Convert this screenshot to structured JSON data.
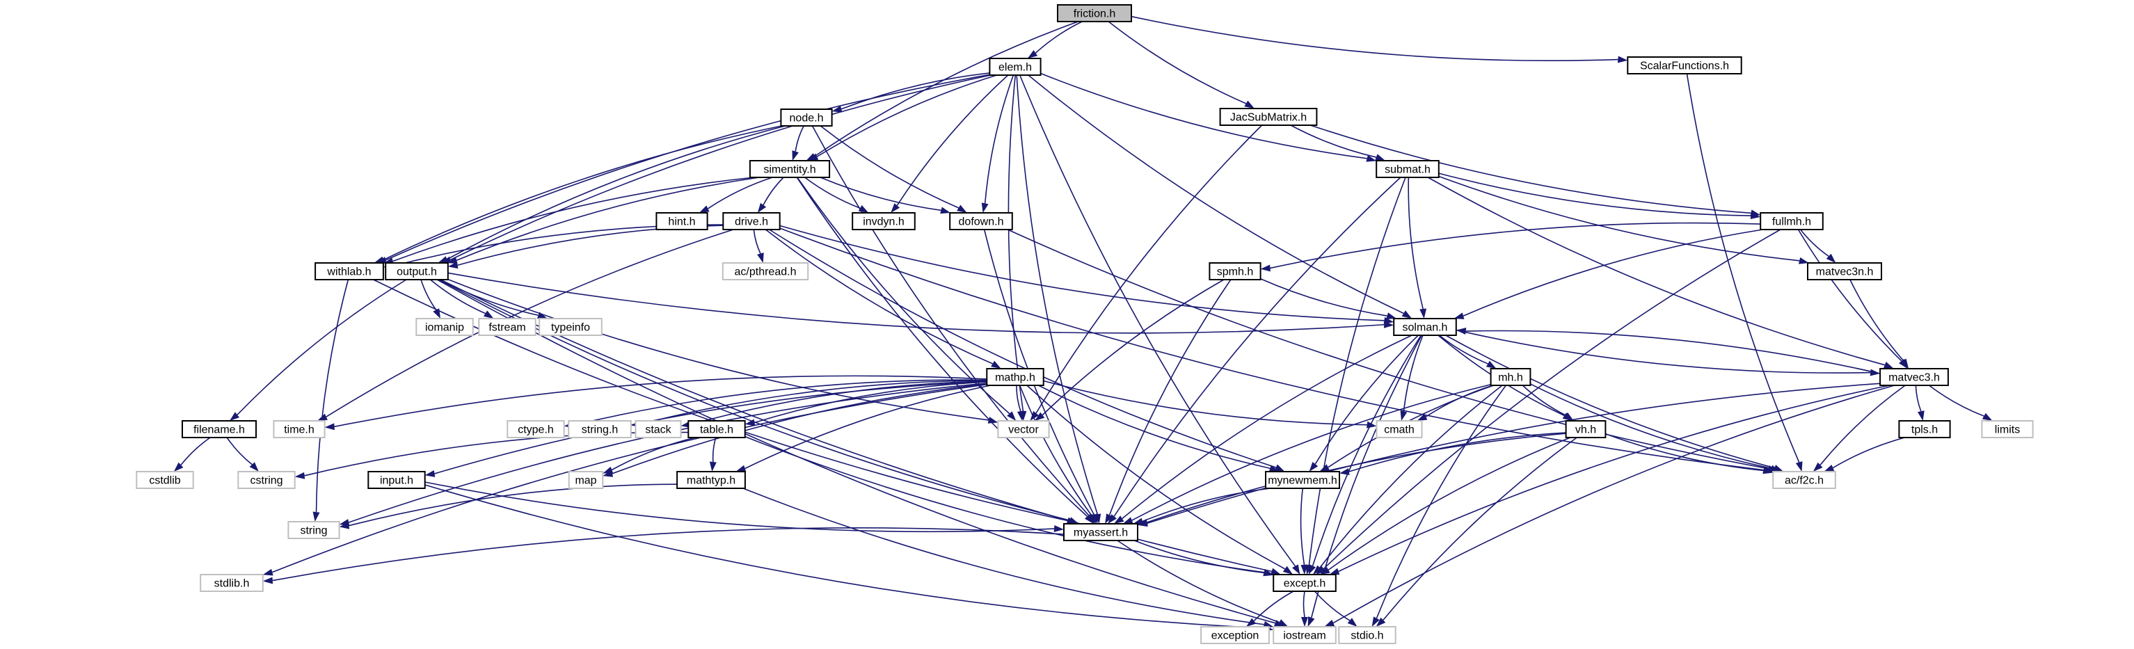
{
  "title": "friction.h include dependency graph",
  "colors": {
    "edge": "#191970",
    "root_fill": "#bfbfbf",
    "external_border": "#bfbfbf"
  },
  "nodes": [
    {
      "id": "friction",
      "label": "friction.h",
      "kind": "root"
    },
    {
      "id": "elem",
      "label": "elem.h",
      "kind": "internal"
    },
    {
      "id": "jac",
      "label": "JacSubMatrix.h",
      "kind": "internal"
    },
    {
      "id": "scalar",
      "label": "ScalarFunctions.h",
      "kind": "internal"
    },
    {
      "id": "node",
      "label": "node.h",
      "kind": "internal"
    },
    {
      "id": "simentity",
      "label": "simentity.h",
      "kind": "internal"
    },
    {
      "id": "submat",
      "label": "submat.h",
      "kind": "internal"
    },
    {
      "id": "hint",
      "label": "hint.h",
      "kind": "internal"
    },
    {
      "id": "drive",
      "label": "drive.h",
      "kind": "internal"
    },
    {
      "id": "invdyn",
      "label": "invdyn.h",
      "kind": "internal"
    },
    {
      "id": "dofown",
      "label": "dofown.h",
      "kind": "internal"
    },
    {
      "id": "fullmh",
      "label": "fullmh.h",
      "kind": "internal"
    },
    {
      "id": "withlab",
      "label": "withlab.h",
      "kind": "internal"
    },
    {
      "id": "output",
      "label": "output.h",
      "kind": "internal"
    },
    {
      "id": "pthread",
      "label": "ac/pthread.h",
      "kind": "external"
    },
    {
      "id": "spmh",
      "label": "spmh.h",
      "kind": "internal"
    },
    {
      "id": "matvec3n",
      "label": "matvec3n.h",
      "kind": "internal"
    },
    {
      "id": "iomanip",
      "label": "iomanip",
      "kind": "external"
    },
    {
      "id": "fstream",
      "label": "fstream",
      "kind": "external"
    },
    {
      "id": "typeinfo",
      "label": "typeinfo",
      "kind": "external"
    },
    {
      "id": "solman",
      "label": "solman.h",
      "kind": "internal"
    },
    {
      "id": "mathp",
      "label": "mathp.h",
      "kind": "internal"
    },
    {
      "id": "matvec3",
      "label": "matvec3.h",
      "kind": "internal"
    },
    {
      "id": "mh",
      "label": "mh.h",
      "kind": "internal"
    },
    {
      "id": "filename",
      "label": "filename.h",
      "kind": "internal"
    },
    {
      "id": "timeh",
      "label": "time.h",
      "kind": "external"
    },
    {
      "id": "ctype",
      "label": "ctype.h",
      "kind": "external"
    },
    {
      "id": "stringh",
      "label": "string.h",
      "kind": "external"
    },
    {
      "id": "stack",
      "label": "stack",
      "kind": "external"
    },
    {
      "id": "table",
      "label": "table.h",
      "kind": "internal"
    },
    {
      "id": "vector",
      "label": "vector",
      "kind": "external"
    },
    {
      "id": "cmath",
      "label": "cmath",
      "kind": "external"
    },
    {
      "id": "tpls",
      "label": "tpls.h",
      "kind": "internal"
    },
    {
      "id": "limits",
      "label": "limits",
      "kind": "external"
    },
    {
      "id": "vh",
      "label": "vh.h",
      "kind": "internal"
    },
    {
      "id": "cstdlib",
      "label": "cstdlib",
      "kind": "external"
    },
    {
      "id": "cstring",
      "label": "cstring",
      "kind": "external"
    },
    {
      "id": "input",
      "label": "input.h",
      "kind": "internal"
    },
    {
      "id": "map",
      "label": "map",
      "kind": "external"
    },
    {
      "id": "mathtyp",
      "label": "mathtyp.h",
      "kind": "internal"
    },
    {
      "id": "mynewmem",
      "label": "mynewmem.h",
      "kind": "internal"
    },
    {
      "id": "f2c",
      "label": "ac/f2c.h",
      "kind": "external"
    },
    {
      "id": "string",
      "label": "string",
      "kind": "external"
    },
    {
      "id": "myassert",
      "label": "myassert.h",
      "kind": "internal"
    },
    {
      "id": "stdlib",
      "label": "stdlib.h",
      "kind": "external"
    },
    {
      "id": "except",
      "label": "except.h",
      "kind": "internal"
    },
    {
      "id": "exception",
      "label": "exception",
      "kind": "external"
    },
    {
      "id": "iostream",
      "label": "iostream",
      "kind": "external"
    },
    {
      "id": "stdio",
      "label": "stdio.h",
      "kind": "external"
    }
  ],
  "edges": [
    [
      "friction",
      "elem"
    ],
    [
      "friction",
      "jac"
    ],
    [
      "friction",
      "scalar"
    ],
    [
      "friction",
      "simentity"
    ],
    [
      "elem",
      "node"
    ],
    [
      "elem",
      "simentity"
    ],
    [
      "elem",
      "submat"
    ],
    [
      "elem",
      "withlab"
    ],
    [
      "elem",
      "output"
    ],
    [
      "elem",
      "invdyn"
    ],
    [
      "elem",
      "dofown"
    ],
    [
      "elem",
      "vector"
    ],
    [
      "elem",
      "myassert"
    ],
    [
      "elem",
      "except"
    ],
    [
      "elem",
      "solman"
    ],
    [
      "jac",
      "submat"
    ],
    [
      "jac",
      "vector"
    ],
    [
      "jac",
      "fullmh"
    ],
    [
      "scalar",
      "f2c"
    ],
    [
      "node",
      "simentity"
    ],
    [
      "node",
      "withlab"
    ],
    [
      "node",
      "output"
    ],
    [
      "node",
      "dofown"
    ],
    [
      "node",
      "myassert"
    ],
    [
      "simentity",
      "hint"
    ],
    [
      "simentity",
      "drive"
    ],
    [
      "simentity",
      "invdyn"
    ],
    [
      "simentity",
      "dofown"
    ],
    [
      "simentity",
      "withlab"
    ],
    [
      "simentity",
      "output"
    ],
    [
      "simentity",
      "vector"
    ],
    [
      "simentity",
      "myassert"
    ],
    [
      "submat",
      "fullmh"
    ],
    [
      "submat",
      "matvec3n"
    ],
    [
      "submat",
      "matvec3"
    ],
    [
      "submat",
      "solman"
    ],
    [
      "submat",
      "myassert"
    ],
    [
      "submat",
      "except"
    ],
    [
      "drive",
      "withlab"
    ],
    [
      "drive",
      "output"
    ],
    [
      "drive",
      "pthread"
    ],
    [
      "drive",
      "mathp"
    ],
    [
      "drive",
      "solman"
    ],
    [
      "drive",
      "timeh"
    ],
    [
      "drive",
      "mynewmem"
    ],
    [
      "drive",
      "f2c"
    ],
    [
      "dofown",
      "myassert"
    ],
    [
      "dofown",
      "f2c"
    ],
    [
      "fullmh",
      "spmh"
    ],
    [
      "fullmh",
      "matvec3n"
    ],
    [
      "fullmh",
      "matvec3"
    ],
    [
      "fullmh",
      "solman"
    ],
    [
      "fullmh",
      "except"
    ],
    [
      "withlab",
      "string"
    ],
    [
      "withlab",
      "myassert"
    ],
    [
      "output",
      "iomanip"
    ],
    [
      "output",
      "fstream"
    ],
    [
      "output",
      "typeinfo"
    ],
    [
      "output",
      "filename"
    ],
    [
      "output",
      "solman"
    ],
    [
      "output",
      "vector"
    ],
    [
      "output",
      "myassert"
    ],
    [
      "output",
      "except"
    ],
    [
      "output",
      "iostream"
    ],
    [
      "spmh",
      "solman"
    ],
    [
      "spmh",
      "vector"
    ],
    [
      "spmh",
      "myassert"
    ],
    [
      "matvec3n",
      "matvec3"
    ],
    [
      "solman",
      "matvec3"
    ],
    [
      "solman",
      "mh"
    ],
    [
      "solman",
      "vh"
    ],
    [
      "solman",
      "cmath"
    ],
    [
      "solman",
      "mynewmem"
    ],
    [
      "solman",
      "f2c"
    ],
    [
      "solman",
      "myassert"
    ],
    [
      "solman",
      "except"
    ],
    [
      "solman",
      "iostream"
    ],
    [
      "matvec3",
      "solman"
    ],
    [
      "matvec3",
      "tpls"
    ],
    [
      "matvec3",
      "limits"
    ],
    [
      "matvec3",
      "f2c"
    ],
    [
      "matvec3",
      "myassert"
    ],
    [
      "matvec3",
      "except"
    ],
    [
      "matvec3",
      "iostream"
    ],
    [
      "mathp",
      "timeh"
    ],
    [
      "mathp",
      "ctype"
    ],
    [
      "mathp",
      "stringh"
    ],
    [
      "mathp",
      "stack"
    ],
    [
      "mathp",
      "table"
    ],
    [
      "mathp",
      "vector"
    ],
    [
      "mathp",
      "cmath"
    ],
    [
      "mathp",
      "input"
    ],
    [
      "mathp",
      "map"
    ],
    [
      "mathp",
      "mathtyp"
    ],
    [
      "mathp",
      "string"
    ],
    [
      "mathp",
      "stdlib"
    ],
    [
      "mathp",
      "mynewmem"
    ],
    [
      "mathp",
      "myassert"
    ],
    [
      "mathp",
      "except"
    ],
    [
      "mh",
      "vh"
    ],
    [
      "mh",
      "cmath"
    ],
    [
      "mh",
      "mynewmem"
    ],
    [
      "mh",
      "f2c"
    ],
    [
      "mh",
      "myassert"
    ],
    [
      "mh",
      "except"
    ],
    [
      "mh",
      "stdio"
    ],
    [
      "vh",
      "mynewmem"
    ],
    [
      "vh",
      "f2c"
    ],
    [
      "vh",
      "myassert"
    ],
    [
      "vh",
      "except"
    ],
    [
      "vh",
      "stdio"
    ],
    [
      "filename",
      "cstdlib"
    ],
    [
      "filename",
      "cstring"
    ],
    [
      "table",
      "cstring"
    ],
    [
      "table",
      "map"
    ],
    [
      "table",
      "mathtyp"
    ],
    [
      "table",
      "except"
    ],
    [
      "input",
      "myassert"
    ],
    [
      "input",
      "iostream"
    ],
    [
      "mathtyp",
      "string"
    ],
    [
      "mathtyp",
      "iostream"
    ],
    [
      "tpls",
      "f2c"
    ],
    [
      "mynewmem",
      "myassert"
    ],
    [
      "mynewmem",
      "except"
    ],
    [
      "myassert",
      "stdlib"
    ],
    [
      "myassert",
      "except"
    ],
    [
      "myassert",
      "iostream"
    ],
    [
      "except",
      "exception"
    ],
    [
      "except",
      "iostream"
    ],
    [
      "except",
      "stdio"
    ]
  ]
}
